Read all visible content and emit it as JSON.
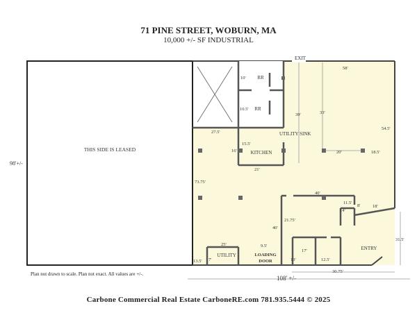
{
  "header": {
    "title": "71 PINE STREET, WOBURN, MA",
    "subtitle": "10,000 +/- SF INDUSTRIAL"
  },
  "plan": {
    "leased_label": "THIS SIDE IS LEASED",
    "exit_label": "EXIT",
    "entry_label": "ENTRY",
    "loading_label_1": "LOADING",
    "loading_label_2": "DOOR",
    "utility_label": "UTILITY",
    "kitchen_label": "KITCHEN",
    "rr_label": "RR",
    "utility_sink_label": "UTILITY SINK",
    "total_height": "98'+/-",
    "total_width": "108' +/-",
    "dimensions": {
      "d10": "10'",
      "d10_5": "10.5'",
      "d27_5": "27.5'",
      "d15_5": "15.5'",
      "d16": "16'",
      "d21": "21'",
      "d39": "39'",
      "d33": "33'",
      "d58": "58'",
      "d54_5": "54.5'",
      "d20": "20'",
      "d18_5": "18.5'",
      "d73_75": "73.75'",
      "d40a": "40'",
      "d11_5": "11.5'",
      "d8": "8'",
      "d18": "18'",
      "d14": "14'",
      "d21_75": "21.75'",
      "d40b": "40'",
      "d25": "25'",
      "d9_5": "9.5'",
      "d17": "17'",
      "d13_5": "13.5'",
      "d7": "7'",
      "d13": "13'",
      "d12_5": "12.5'",
      "d31_5": "31.5'",
      "d30_75": "30.75'"
    }
  },
  "notes": {
    "disclaimer": "Plan not drawn to scale.  Plan not exact.  All values are +/-."
  },
  "footer": {
    "text": "Carbone Commercial Real Estate    CarboneRE.com    781.935.5444    © 2025"
  },
  "colors": {
    "floor_fill": "#fcf8dc",
    "wall": "#555555",
    "column": "#666666"
  }
}
